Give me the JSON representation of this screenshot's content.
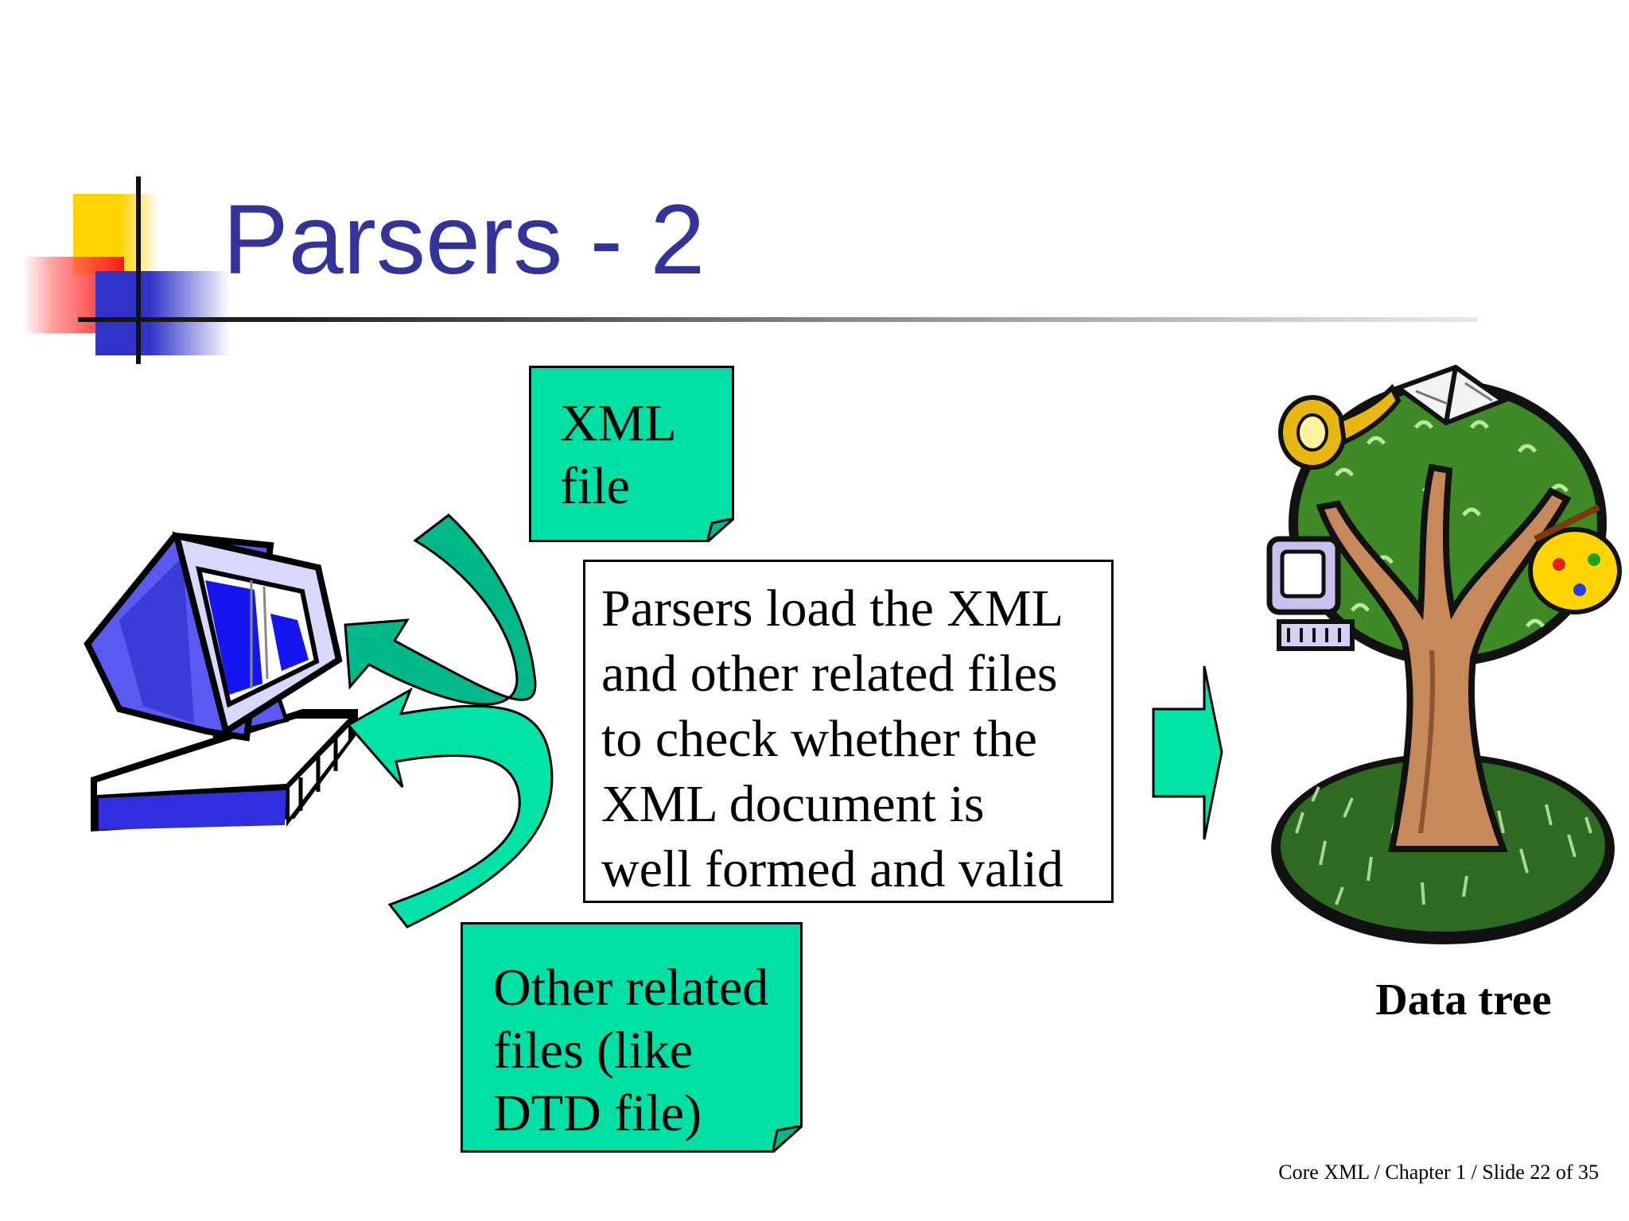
{
  "slide": {
    "title": "Parsers - 2",
    "footer": "Core XML / Chapter 1 / Slide 22 of 35"
  },
  "diagram": {
    "xml_note": [
      "XML",
      "file"
    ],
    "other_note": [
      "Other related",
      "files (like",
      "DTD file)"
    ],
    "description": [
      "Parsers load the XML",
      "and other related files",
      "to check whether the",
      "XML document is",
      "well formed and valid"
    ],
    "tree_label": "Data tree"
  },
  "colors": {
    "title": "#33339a",
    "note_fill": "#00e0a6",
    "arrow_fill": "#00b889",
    "arrow_light": "#00e3a8"
  },
  "icons": {
    "computer": "computer-icon",
    "tree": "data-tree-icon"
  }
}
